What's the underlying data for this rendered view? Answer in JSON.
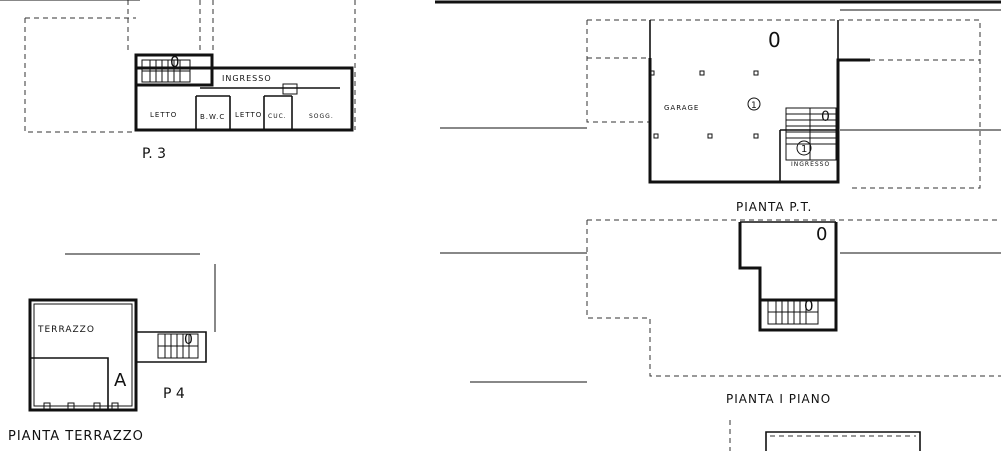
{
  "plans": {
    "p3": {
      "caption": "P. 3",
      "rooms": {
        "ingresso": "INGRESSO",
        "letto1": "LETTO",
        "bwc": "B.W.C",
        "letto2": "LETTO",
        "cuc": "CUC.",
        "sogg": "SOGG."
      }
    },
    "p4": {
      "caption": "P 4",
      "rooms": {
        "terrazzo": "TERRAZZO"
      }
    },
    "terrazzo": {
      "caption": "PIANTA TERRAZZO"
    },
    "pt": {
      "caption": "PIANTA P.T.",
      "rooms": {
        "garage": "GARAGE",
        "ingresso": "INGRESSO"
      },
      "marks": {
        "one_a": "1",
        "one_b": "1"
      }
    },
    "piano1": {
      "caption": "PIANTA I PIANO"
    }
  },
  "marks": {
    "zero": "0"
  }
}
